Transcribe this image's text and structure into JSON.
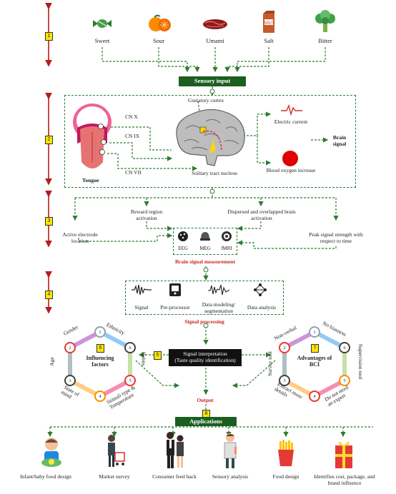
{
  "stages": [
    "1",
    "2",
    "3",
    "4",
    "5",
    "6",
    "7",
    "8"
  ],
  "tastes": [
    "Sweet",
    "Sour",
    "Umami",
    "Salt",
    "Bitter"
  ],
  "sensory_input": "Sensory input",
  "brain": {
    "gustatory_cortex": "Gustatory cortex",
    "cn_x": "CN X",
    "cn_ix": "CN IX",
    "cn_vii": "CN VII",
    "tongue": "Tongue",
    "solitary_tract": "Solitary tract nucleus",
    "electric_current": "Electric current",
    "blood_oxygen": "Blood oxygen increase",
    "brain_signal": "Brain signal"
  },
  "measurement": {
    "active_electrode": "Active electrode location",
    "reward_region": "Reward region activation",
    "dispersed": "Dispersed and overlapped brain activation",
    "peak_signal": "Peak signal strength with respect to time",
    "eeg": "EEG",
    "meg": "MEG",
    "fmri": "fMRI",
    "title": "Brain signal measurement"
  },
  "processing": {
    "signal": "Signal",
    "preprocessor": "Pre-processor",
    "modeling": "Data modeling/ segmentation",
    "analysis": "Data analysis",
    "title": "Signal processing"
  },
  "interpretation": {
    "line1": "Signal interpretation",
    "line2": "(Taste quality identification)",
    "output": "Output"
  },
  "factors": {
    "title": "Influencing factors",
    "items": [
      "Gender",
      "Ethnicity",
      "Habits",
      "Stimuli type & Temperature",
      "State of mind",
      "Age"
    ],
    "numbers": [
      "1",
      "6",
      "5",
      "4",
      "3",
      "2"
    ]
  },
  "advantages": {
    "title": "Advantages of BCI",
    "items": [
      "Non-verbal",
      "No biasness",
      "Supervision tool",
      "Do not need an expert",
      "Extract more details",
      "Survey tool"
    ],
    "numbers": [
      "1",
      "6",
      "5",
      "4",
      "3",
      "2"
    ]
  },
  "applications": {
    "title": "Applications",
    "items": [
      "Infant/baby food design",
      "Market survey",
      "Consumer feed back",
      "Sensory analysis",
      "Food design",
      "Identifies cost, package, and brand influence"
    ]
  },
  "colors": {
    "green": "#1b5e20",
    "dashed": "#2e7d32",
    "red_arrow": "#b71c1c",
    "badge": "#ffe600"
  }
}
